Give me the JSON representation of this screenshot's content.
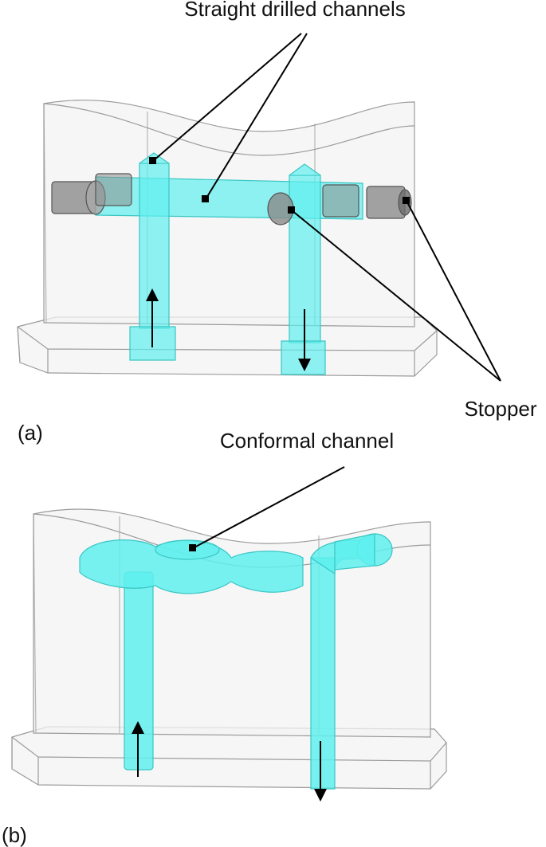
{
  "annotations": {
    "straight_channels": "Straight drilled channels",
    "stopper": "Stopper",
    "conformal_channel": "Conformal channel"
  },
  "panels": {
    "a": "(a)",
    "b": "(b)"
  },
  "colors": {
    "channel": "#5ff0ee",
    "channel_edge": "#3cc9c8",
    "stopper": "#8e8e8e",
    "mold_fill": "#f4f4f4",
    "mold_edge": "#9a9a9a",
    "arrow": "#000000"
  },
  "flow": {
    "inlet_direction": "up",
    "outlet_direction": "down"
  }
}
